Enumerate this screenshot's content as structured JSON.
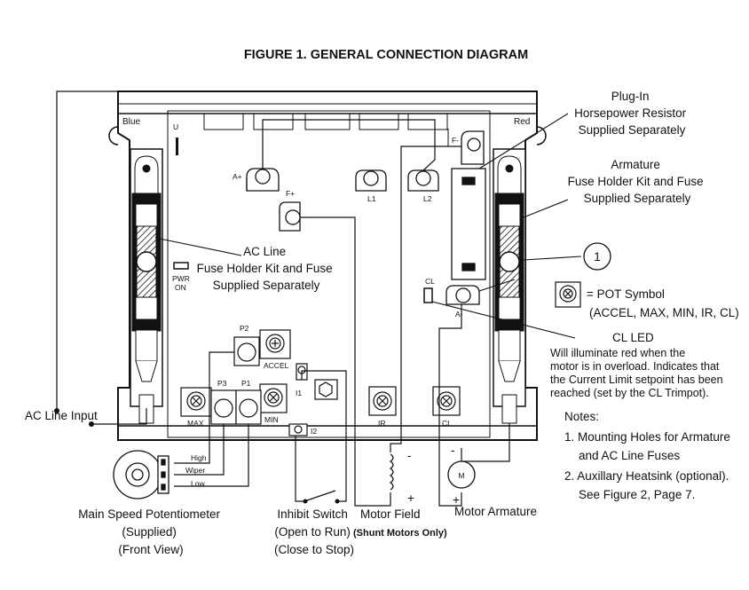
{
  "title": "FIGURE 1. GENERAL CONNECTION DIAGRAM",
  "board": {
    "left_tag": "Blue",
    "right_tag": "Red",
    "u_label": "U",
    "pwr_label": "PWR",
    "on_label": "ON",
    "cl_label": "CL"
  },
  "terminals": {
    "a_plus": "A+",
    "l1": "L1",
    "l2": "L2",
    "f_plus": "F+",
    "f_minus": "F-",
    "a_minus": "A-",
    "p1": "P1",
    "p2": "P2",
    "p3": "P3",
    "i1": "I1",
    "i2": "I2"
  },
  "trimpots": {
    "accel": "ACCEL",
    "max": "MAX",
    "min": "MIN",
    "ir": "IR",
    "cl": "CL"
  },
  "callouts": {
    "plug_in": [
      "Plug-In",
      "Horsepower Resistor",
      "Supplied Separately"
    ],
    "armature_fuse": [
      "Armature",
      "Fuse Holder Kit and Fuse",
      "Supplied Separately"
    ],
    "ac_line_fuse": [
      "AC Line",
      "Fuse Holder Kit and Fuse",
      "Supplied Separately"
    ],
    "circle_number": "1",
    "pot_symbol": [
      "= POT Symbol",
      "(ACCEL, MAX, MIN, IR, CL)"
    ],
    "cl_led_title": "CL LED",
    "cl_led_desc": [
      "Will illuminate red when the",
      "motor is in overload.  Indicates that",
      "the Current Limit setpoint has been",
      "reached (set by the CL Trimpot)."
    ],
    "ac_line_input": "AC Line Input"
  },
  "notes": {
    "heading": "Notes:",
    "items": [
      [
        "1. Mounting Holes for Armature",
        "and AC Line Fuses"
      ],
      [
        "2. Auxillary Heatsink (optional).",
        "See Figure 2, Page 7."
      ]
    ]
  },
  "potentiometer": {
    "high": "High",
    "wiper": "Wiper",
    "low": "Low",
    "caption": [
      "Main Speed Potentiometer",
      "(Supplied)",
      "(Front View)"
    ]
  },
  "inhibit": {
    "caption": [
      "Inhibit Switch",
      "(Open to Run)",
      "(Close to Stop)"
    ]
  },
  "motor_field": {
    "label": "Motor Field",
    "note": "(Shunt Motors Only)",
    "minus": "-",
    "plus": "+"
  },
  "motor_armature": {
    "label": "Motor Armature",
    "symbol": "M",
    "minus": "-",
    "plus": "+"
  }
}
